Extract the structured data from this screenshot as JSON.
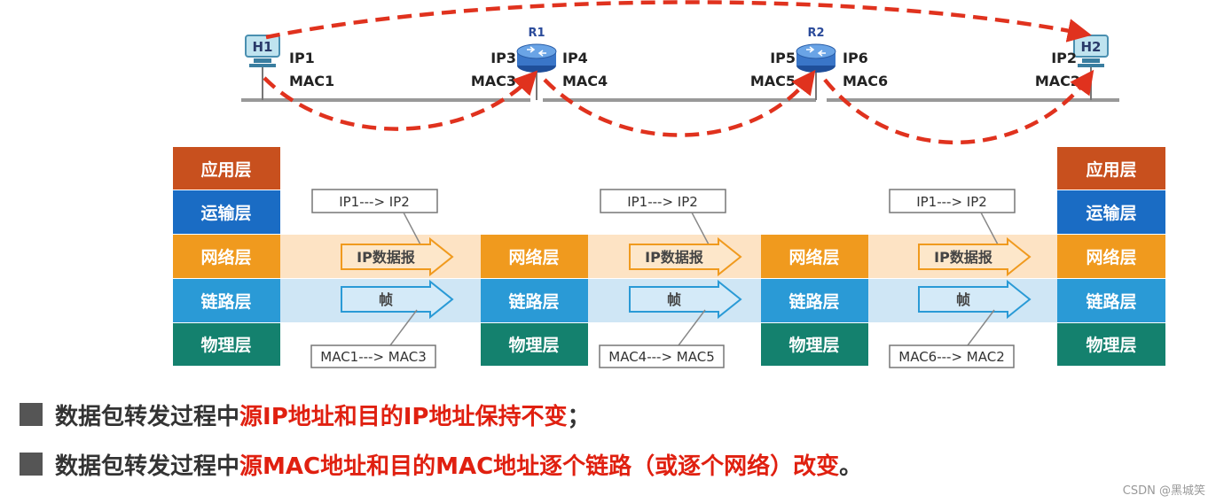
{
  "hosts": [
    {
      "id": "H1",
      "ip": "IP1",
      "mac": "MAC1"
    },
    {
      "id": "H2",
      "ip": "IP2",
      "mac": "MAC2"
    }
  ],
  "routers": [
    {
      "id": "R1",
      "left_ip": "IP3",
      "left_mac": "MAC3",
      "right_ip": "IP4",
      "right_mac": "MAC4"
    },
    {
      "id": "R2",
      "left_ip": "IP5",
      "left_mac": "MAC5",
      "right_ip": "IP6",
      "right_mac": "MAC6"
    }
  ],
  "end_stack": [
    {
      "label": "应用层",
      "color": "#c8501e"
    },
    {
      "label": "运输层",
      "color": "#1a6cc4"
    },
    {
      "label": "网络层",
      "color": "#f09a1e"
    },
    {
      "label": "链路层",
      "color": "#2a9ad6"
    },
    {
      "label": "物理层",
      "color": "#14816e"
    }
  ],
  "router_stack": [
    {
      "label": "网络层",
      "color": "#f09a1e"
    },
    {
      "label": "链路层",
      "color": "#2a9ad6"
    },
    {
      "label": "物理层",
      "color": "#14816e"
    }
  ],
  "hops": [
    {
      "ip_header": "IP1---> IP2",
      "packet": "IP数据报",
      "frame": "帧",
      "mac_header": "MAC1---> MAC3"
    },
    {
      "ip_header": "IP1---> IP2",
      "packet": "IP数据报",
      "frame": "帧",
      "mac_header": "MAC4---> MAC5"
    },
    {
      "ip_header": "IP1---> IP2",
      "packet": "IP数据报",
      "frame": "帧",
      "mac_header": "MAC6---> MAC2"
    }
  ],
  "bullets": [
    {
      "plain": "数据包转发过程中",
      "highlight": "源IP地址和目的IP地址保持不变",
      "tail": "；"
    },
    {
      "plain": "数据包转发过程中",
      "highlight": "源MAC地址和目的MAC地址逐个链路（或逐个网络）改变",
      "tail": "。"
    }
  ],
  "credit": "CSDN @黑城笑",
  "colors": {
    "arrow_red": "#e0321e",
    "band_orange": "#fde3c4",
    "band_blue": "#cfe6f5",
    "line_gray": "#999999"
  }
}
